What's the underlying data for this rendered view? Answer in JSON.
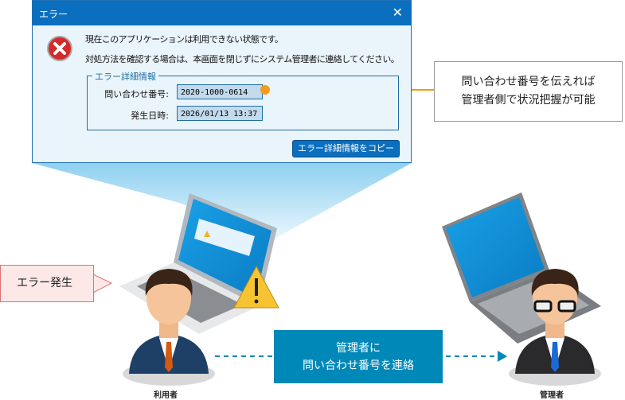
{
  "dialog": {
    "title": "エラー",
    "message_line1": "現在このアプリケーションは利用できない状態です。",
    "message_line2": "対処方法を確認する場合は、本画面を閉じずにシステム管理者に連絡してください。",
    "details_group_label": "エラー詳細情報",
    "inquiry_number_label": "問い合わせ番号:",
    "inquiry_number_value": "2020-1000-0614",
    "occurred_at_label": "発生日時:",
    "occurred_at_value": "2026/01/13 13:37",
    "copy_button_label": "エラー詳細情報をコピー"
  },
  "callout": {
    "line1": "問い合わせ番号を伝えれば",
    "line2": "管理者側で状況把握が可能"
  },
  "error_callout": "エラー発生",
  "contact_box": {
    "line1": "管理者に",
    "line2": "問い合わせ番号を連絡"
  },
  "people": {
    "user_label": "利用者",
    "admin_label": "管理者"
  },
  "colors": {
    "titlebar": "#0a6fbf",
    "accent_orange": "#f59c1a",
    "contact_box": "#0088b8",
    "beam": "#9dd6f2"
  }
}
